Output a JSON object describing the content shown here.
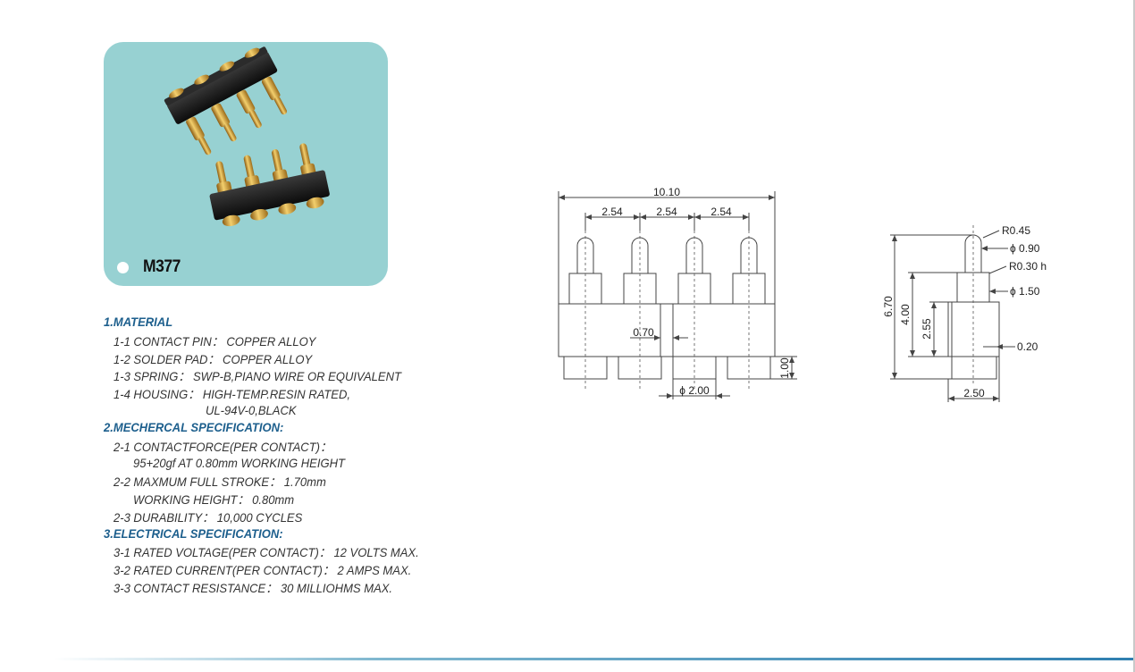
{
  "product": {
    "model": "M377"
  },
  "colors": {
    "card_background": "#97d1d2",
    "heading_blue": "#1d5f8d",
    "housing": "#111111",
    "gold": "#d9a43a"
  },
  "specs": {
    "sections": [
      {
        "title": "1.MATERIAL",
        "lines": [
          "1-1 CONTACT PIN：  COPPER ALLOY",
          "1-2 SOLDER PAD：  COPPER ALLOY",
          "1-3 SPRING：  SWP-B,PIANO WIRE OR EQUIVALENT",
          "1-4 HOUSING：  HIGH-TEMP.RESIN RATED,",
          "UL-94V-0,BLACK"
        ]
      },
      {
        "title": "2.MECHERCAL SPECIFICATION:",
        "lines": [
          "2-1 CONTACTFORCE(PER CONTACT)：",
          "95+20gf AT 0.80mm WORKING HEIGHT",
          "2-2 MAXMUM FULL STROKE：  1.70mm",
          "WORKING HEIGHT：  0.80mm",
          "2-3 DURABILITY：  10,000 CYCLES"
        ]
      },
      {
        "title": "3.ELECTRICAL SPECIFICATION:",
        "lines": [
          "3-1 RATED VOLTAGE(PER CONTACT)：  12 VOLTS MAX.",
          "3-2 RATED CURRENT(PER CONTACT)：  2 AMPS MAX.",
          "3-3 CONTACT RESISTANCE：  30 MILLIOHMS MAX."
        ]
      }
    ]
  },
  "front_view": {
    "overall_width": "10.10",
    "pitch_1": "2.54",
    "pitch_2": "2.54",
    "pitch_3": "2.54",
    "gap": "0.70",
    "pad_height": "1.00",
    "pad_diameter": "ϕ 2.00"
  },
  "side_view": {
    "tip_radius": "R0.45",
    "tip_diameter": "ϕ 0.90",
    "shoulder_radius": "R0.30 h",
    "barrel_diameter": "ϕ 1.50",
    "total_height": "6.70",
    "housing_height": "4.00",
    "body_height": "2.55",
    "wall": "0.20",
    "base_width": "2.50"
  }
}
